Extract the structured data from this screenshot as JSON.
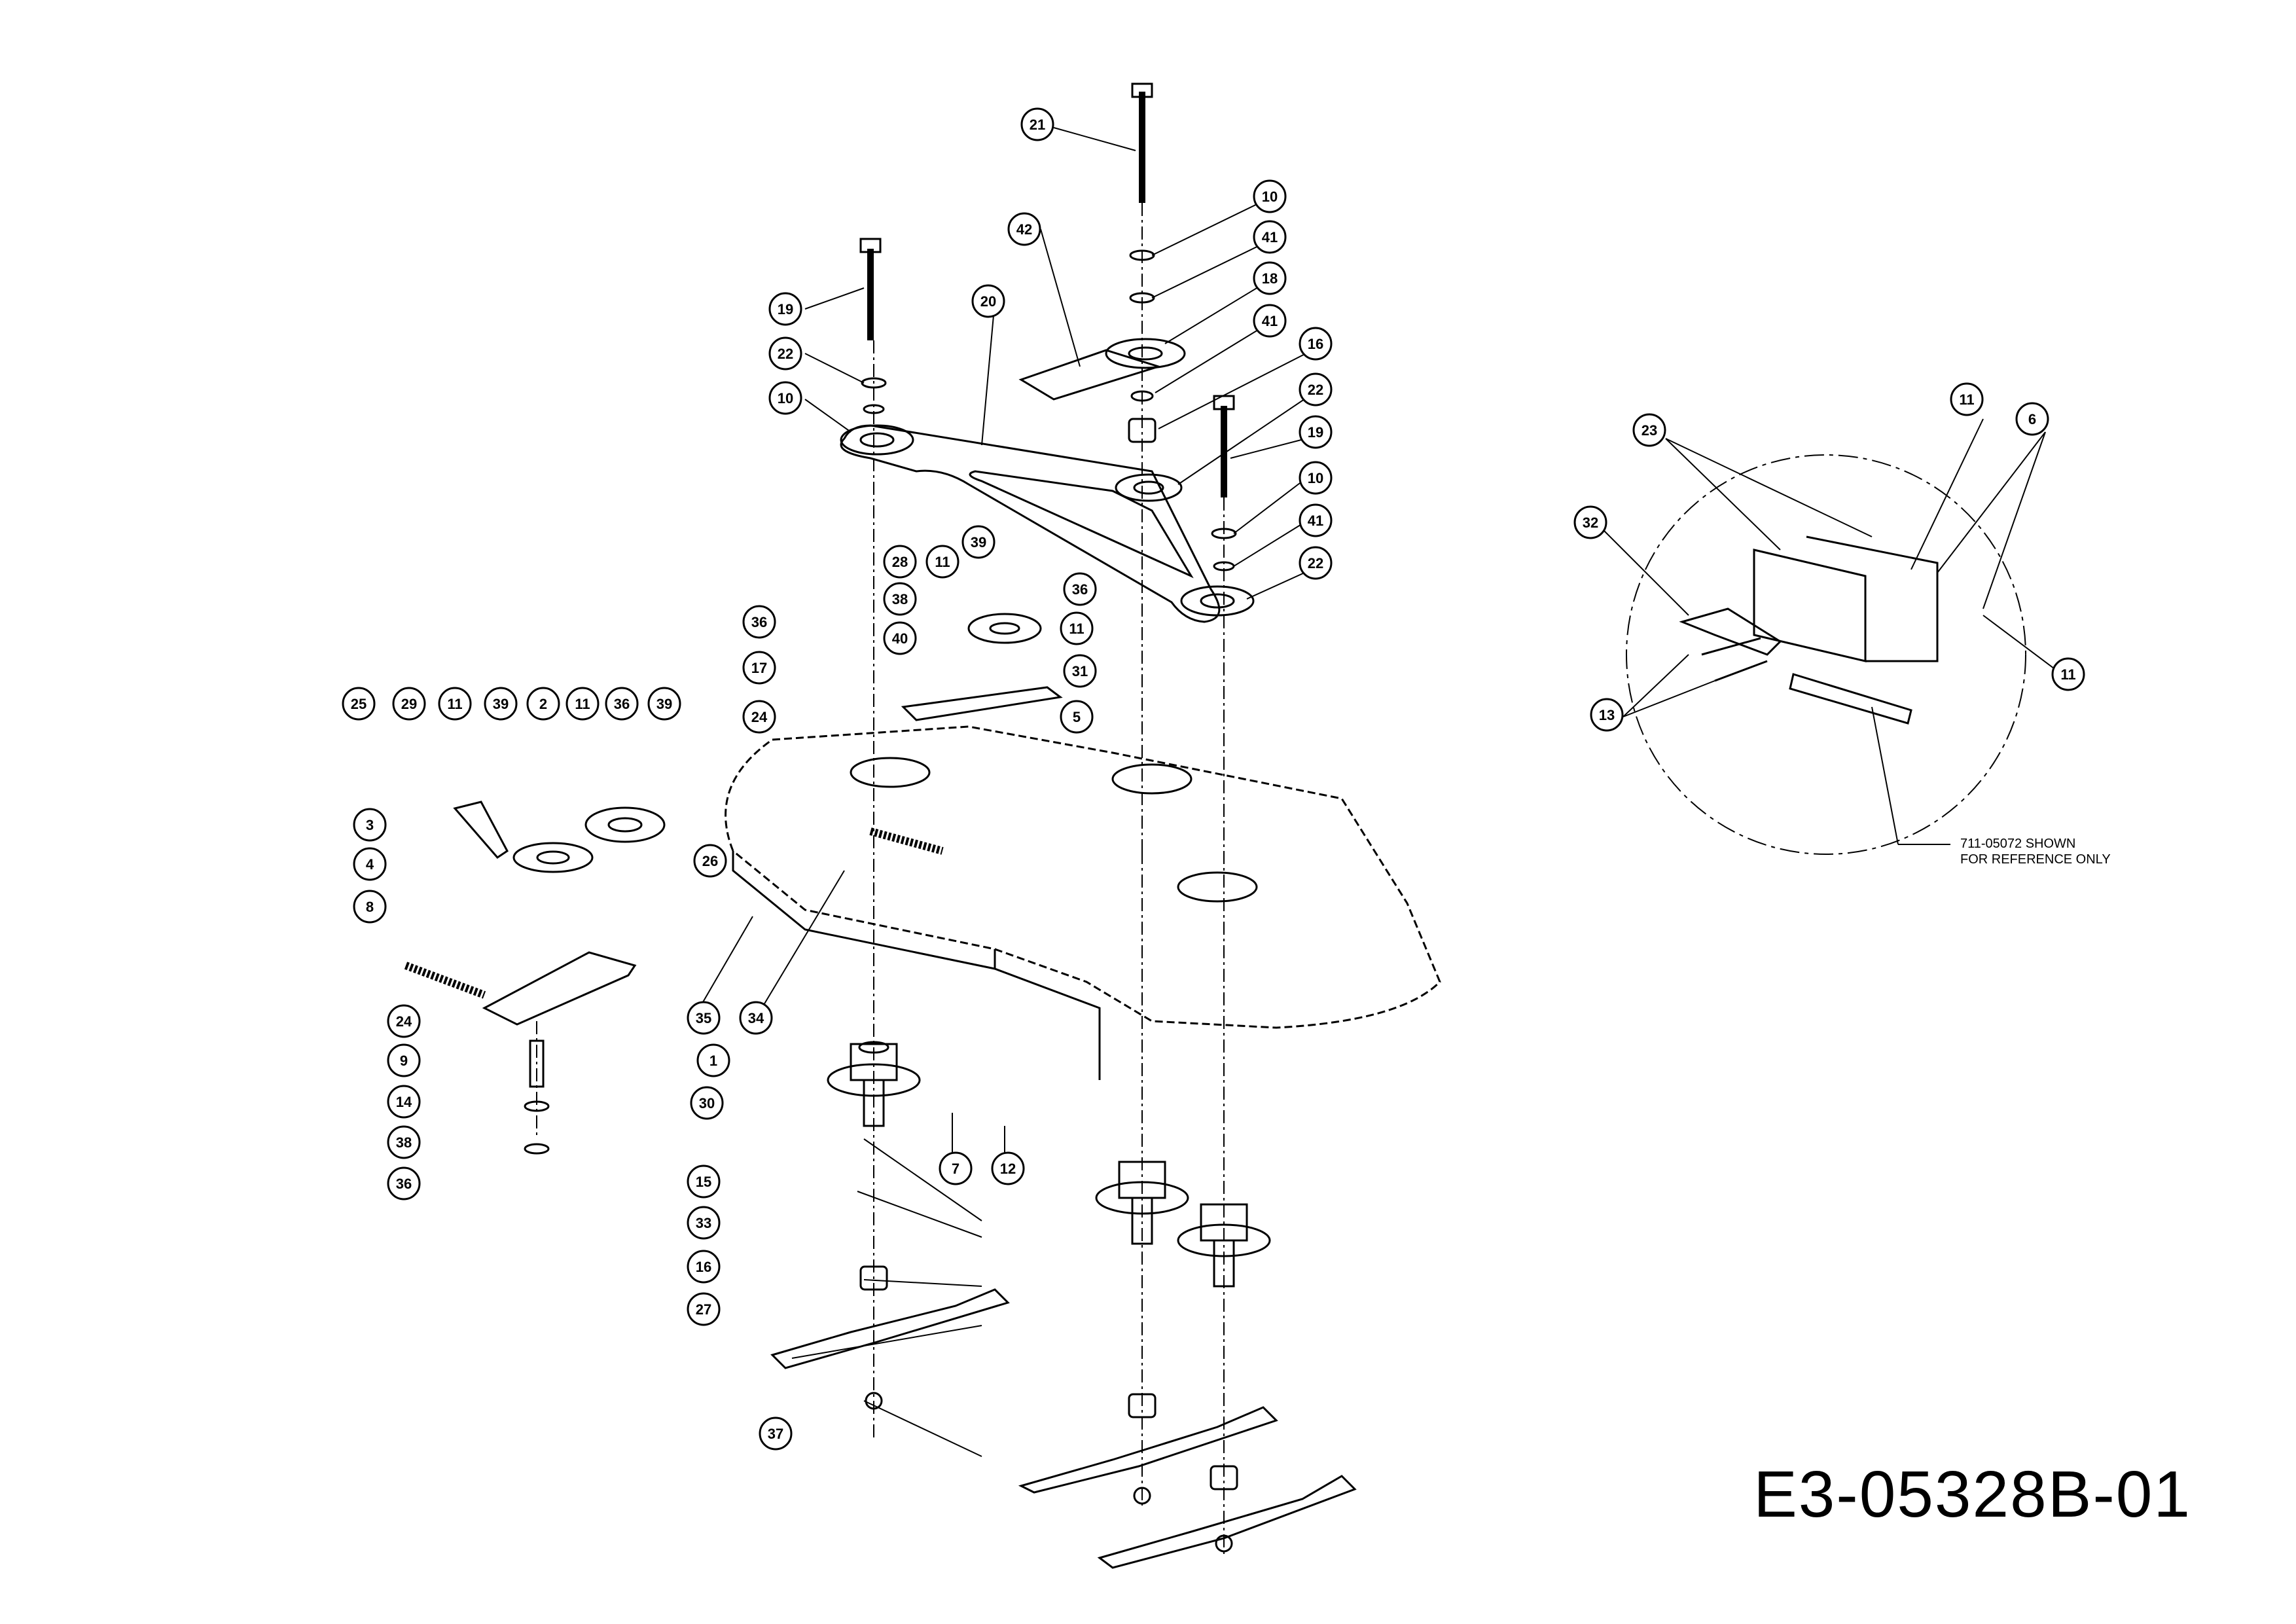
{
  "drawing": {
    "id": "E3-05328B-01",
    "note": "711-05072 SHOWN\nFOR REFERENCE ONLY"
  },
  "callouts": [
    {
      "label": "21"
    },
    {
      "label": "10"
    },
    {
      "label": "41"
    },
    {
      "label": "42"
    },
    {
      "label": "18"
    },
    {
      "label": "20"
    },
    {
      "label": "41"
    },
    {
      "label": "19"
    },
    {
      "label": "16"
    },
    {
      "label": "22"
    },
    {
      "label": "10"
    },
    {
      "label": "22"
    },
    {
      "label": "19"
    },
    {
      "label": "10"
    },
    {
      "label": "41"
    },
    {
      "label": "22"
    },
    {
      "label": "39"
    },
    {
      "label": "28"
    },
    {
      "label": "11"
    },
    {
      "label": "36"
    },
    {
      "label": "38"
    },
    {
      "label": "11"
    },
    {
      "label": "36"
    },
    {
      "label": "40"
    },
    {
      "label": "17"
    },
    {
      "label": "31"
    },
    {
      "label": "5"
    },
    {
      "label": "24"
    },
    {
      "label": "25"
    },
    {
      "label": "29"
    },
    {
      "label": "11"
    },
    {
      "label": "39"
    },
    {
      "label": "2"
    },
    {
      "label": "11"
    },
    {
      "label": "36"
    },
    {
      "label": "39"
    },
    {
      "label": "26"
    },
    {
      "label": "3"
    },
    {
      "label": "4"
    },
    {
      "label": "8"
    },
    {
      "label": "24"
    },
    {
      "label": "1"
    },
    {
      "label": "9"
    },
    {
      "label": "30"
    },
    {
      "label": "14"
    },
    {
      "label": "38"
    },
    {
      "label": "36"
    },
    {
      "label": "35"
    },
    {
      "label": "34"
    },
    {
      "label": "15"
    },
    {
      "label": "7"
    },
    {
      "label": "12"
    },
    {
      "label": "33"
    },
    {
      "label": "16"
    },
    {
      "label": "27"
    },
    {
      "label": "37"
    },
    {
      "label": "23"
    },
    {
      "label": "11"
    },
    {
      "label": "6"
    },
    {
      "label": "32"
    },
    {
      "label": "11"
    },
    {
      "label": "13"
    }
  ]
}
